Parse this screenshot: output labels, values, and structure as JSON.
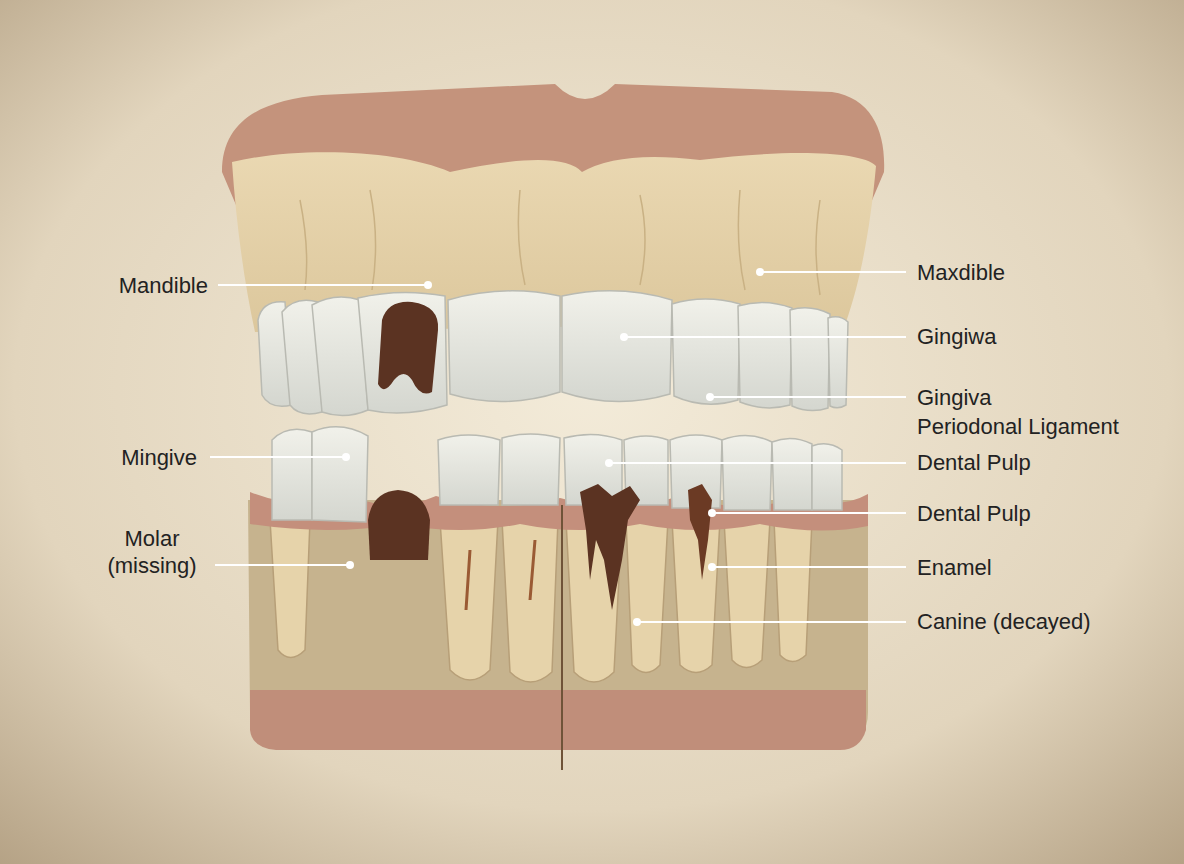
{
  "diagram": {
    "labels": [
      "Mandible",
      "Maxdible",
      "Gingiwa",
      "Gingiva",
      "Periodonal Ligament",
      "Mingive",
      "Dental Pulp",
      "Dental Pulp",
      "Molar (missing)",
      "Enamel",
      "Canine (decayed)"
    ]
  }
}
